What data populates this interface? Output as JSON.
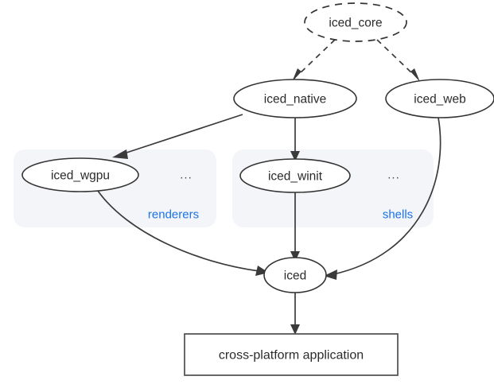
{
  "diagram": {
    "type": "dependency-graph",
    "background_color": "#ffffff",
    "edge_color": "#3a3a3a",
    "node_stroke_color": "#333333",
    "group_background_color": "#f4f5f8",
    "group_label_color": "#1a73e8",
    "nodes": [
      {
        "id": "iced_core",
        "label": "iced_core",
        "shape": "ellipse",
        "style": "dashed"
      },
      {
        "id": "iced_native",
        "label": "iced_native",
        "shape": "ellipse",
        "style": "solid"
      },
      {
        "id": "iced_web",
        "label": "iced_web",
        "shape": "ellipse",
        "style": "solid"
      },
      {
        "id": "iced_wgpu",
        "label": "iced_wgpu",
        "shape": "ellipse",
        "style": "solid"
      },
      {
        "id": "iced_winit",
        "label": "iced_winit",
        "shape": "ellipse",
        "style": "solid"
      },
      {
        "id": "iced",
        "label": "iced",
        "shape": "ellipse",
        "style": "solid"
      },
      {
        "id": "application",
        "label": "cross-platform application",
        "shape": "rectangle",
        "style": "solid"
      }
    ],
    "groups": [
      {
        "id": "renderers",
        "label": "renderers",
        "ellipsis": "...",
        "members": [
          "iced_wgpu"
        ]
      },
      {
        "id": "shells",
        "label": "shells",
        "ellipsis": "...",
        "members": [
          "iced_winit"
        ]
      }
    ],
    "edges": [
      {
        "from": "iced_core",
        "to": "iced_native",
        "style": "dashed"
      },
      {
        "from": "iced_core",
        "to": "iced_web",
        "style": "dashed"
      },
      {
        "from": "iced_native",
        "to": "iced_wgpu",
        "style": "solid"
      },
      {
        "from": "iced_native",
        "to": "iced_winit",
        "style": "solid"
      },
      {
        "from": "iced_wgpu",
        "to": "iced",
        "style": "solid"
      },
      {
        "from": "iced_winit",
        "to": "iced",
        "style": "solid"
      },
      {
        "from": "iced_web",
        "to": "iced",
        "style": "solid"
      },
      {
        "from": "iced",
        "to": "application",
        "style": "solid"
      }
    ]
  }
}
